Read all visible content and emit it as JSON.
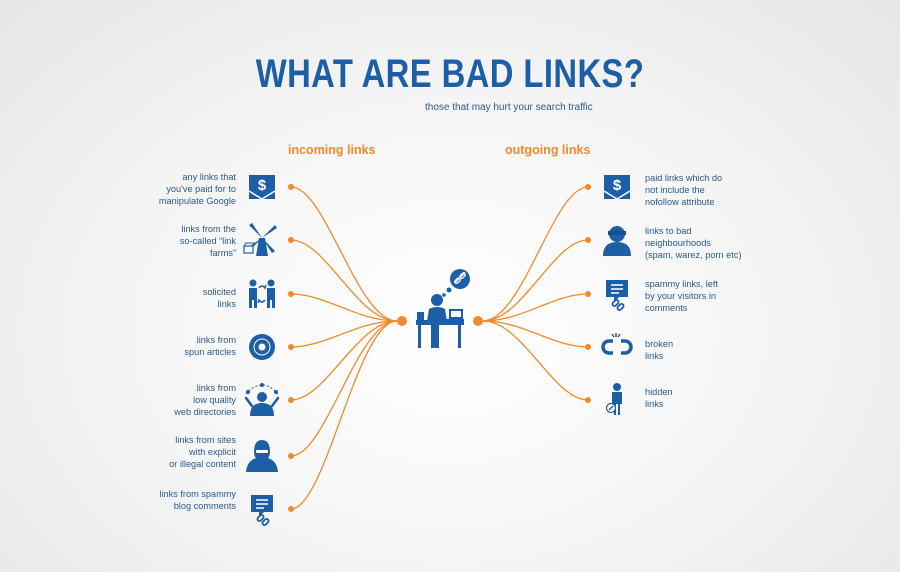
{
  "title": "WHAT ARE BAD LINKS?",
  "subtitle": "those that may hurt your search traffic",
  "colors": {
    "blue": "#1d5fa6",
    "orange": "#f08a2a",
    "text": "#2b5a8c"
  },
  "incoming": {
    "heading": "incoming links",
    "items": [
      {
        "lines": [
          "any links that",
          "you've paid for to",
          "manipulate Google"
        ],
        "icon": "paid-envelope-icon"
      },
      {
        "lines": [
          "links from the",
          "so-called “link",
          "farms”"
        ],
        "icon": "windmill-farm-icon"
      },
      {
        "lines": [
          "solicited",
          "links"
        ],
        "icon": "exchange-people-icon"
      },
      {
        "lines": [
          "links from",
          "spun articles"
        ],
        "icon": "spinning-disc-icon"
      },
      {
        "lines": [
          "links from",
          "low quality",
          "web directories"
        ],
        "icon": "juggler-person-icon"
      },
      {
        "lines": [
          "links from sites",
          "with explicit",
          "or illegal content"
        ],
        "icon": "hooded-figure-icon"
      },
      {
        "lines": [
          "links from spammy",
          "blog comments"
        ],
        "icon": "comment-link-icon"
      }
    ]
  },
  "outgoing": {
    "heading": "outgoing links",
    "items": [
      {
        "lines": [
          "paid links which do",
          "not include the",
          "nofollow attribute"
        ],
        "icon": "paid-envelope-icon"
      },
      {
        "lines": [
          "links to bad",
          "neighbourhoods",
          "(spam, warez, porn etc)"
        ],
        "icon": "bandit-figure-icon"
      },
      {
        "lines": [
          "spammy links, left",
          "by your visitors in",
          "comments"
        ],
        "icon": "comment-link-icon"
      },
      {
        "lines": [
          "broken",
          "links"
        ],
        "icon": "broken-link-icon"
      },
      {
        "lines": [
          "hidden",
          "links"
        ],
        "icon": "hidden-link-person-icon"
      }
    ]
  },
  "center": {
    "icon": "person-at-desk-icon",
    "bubble_icon": "link-thought-bubble-icon"
  }
}
